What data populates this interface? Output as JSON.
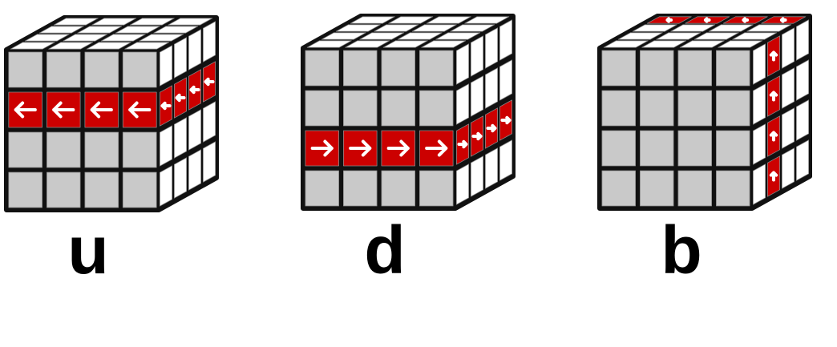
{
  "colors": {
    "gray": "#c9c9c9",
    "white": "#ffffff",
    "red": "#cc0000",
    "outline": "#111111",
    "arrow": "#ffffff"
  },
  "cubes": [
    {
      "id": "u",
      "label": "u",
      "highlight": {
        "front": {
          "row": 1,
          "direction": "left"
        },
        "right": {
          "row": 1,
          "direction": "left"
        }
      }
    },
    {
      "id": "d",
      "label": "d",
      "highlight": {
        "front": {
          "row": 2,
          "direction": "right"
        },
        "right": {
          "row": 2,
          "direction": "right"
        }
      }
    },
    {
      "id": "b",
      "label": "b",
      "highlight": {
        "top": {
          "row": 0,
          "direction": "left"
        },
        "right": {
          "col": 1,
          "direction": "up"
        }
      }
    }
  ]
}
